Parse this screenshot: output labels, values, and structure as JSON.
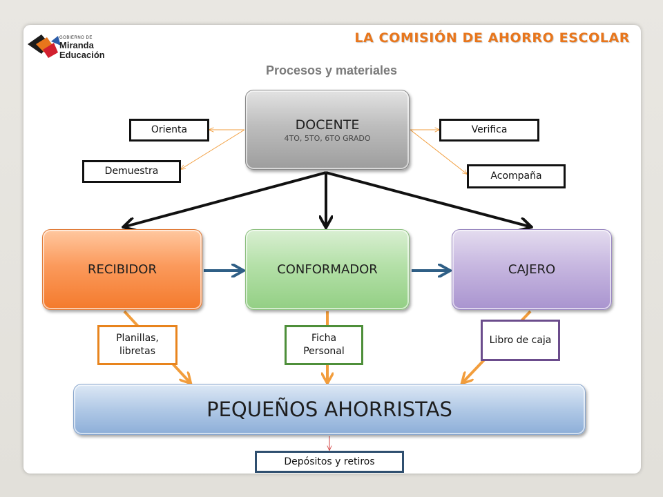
{
  "header": {
    "logo": {
      "small_text": "GOBIERNO DE",
      "line1": "Miranda",
      "line2": "Educación"
    },
    "title": "LA COMISIÓN DE AHORRO ESCOLAR",
    "subtitle": "Procesos y materiales"
  },
  "docente": {
    "label": "DOCENTE",
    "sublabel": "4TO, 5TO, 6TO GRADO"
  },
  "docente_actions": {
    "left": [
      "Orienta",
      "Demuestra"
    ],
    "right": [
      "Verifica",
      "Acompaña"
    ]
  },
  "roles": [
    {
      "label": "RECIBIDOR",
      "material": "Planillas, libretas"
    },
    {
      "label": "CONFORMADOR",
      "material": "Ficha Personal"
    },
    {
      "label": "CAJERO",
      "material": "Libro de caja"
    }
  ],
  "ahorristas": {
    "label": "PEQUEÑOS AHORRISTAS",
    "output": "Depósitos y retiros"
  },
  "colors": {
    "title_orange": "#e8761c",
    "arrow_orange": "#f29d3c",
    "arrow_blue": "#2f5f86",
    "arrow_black": "#111111"
  }
}
